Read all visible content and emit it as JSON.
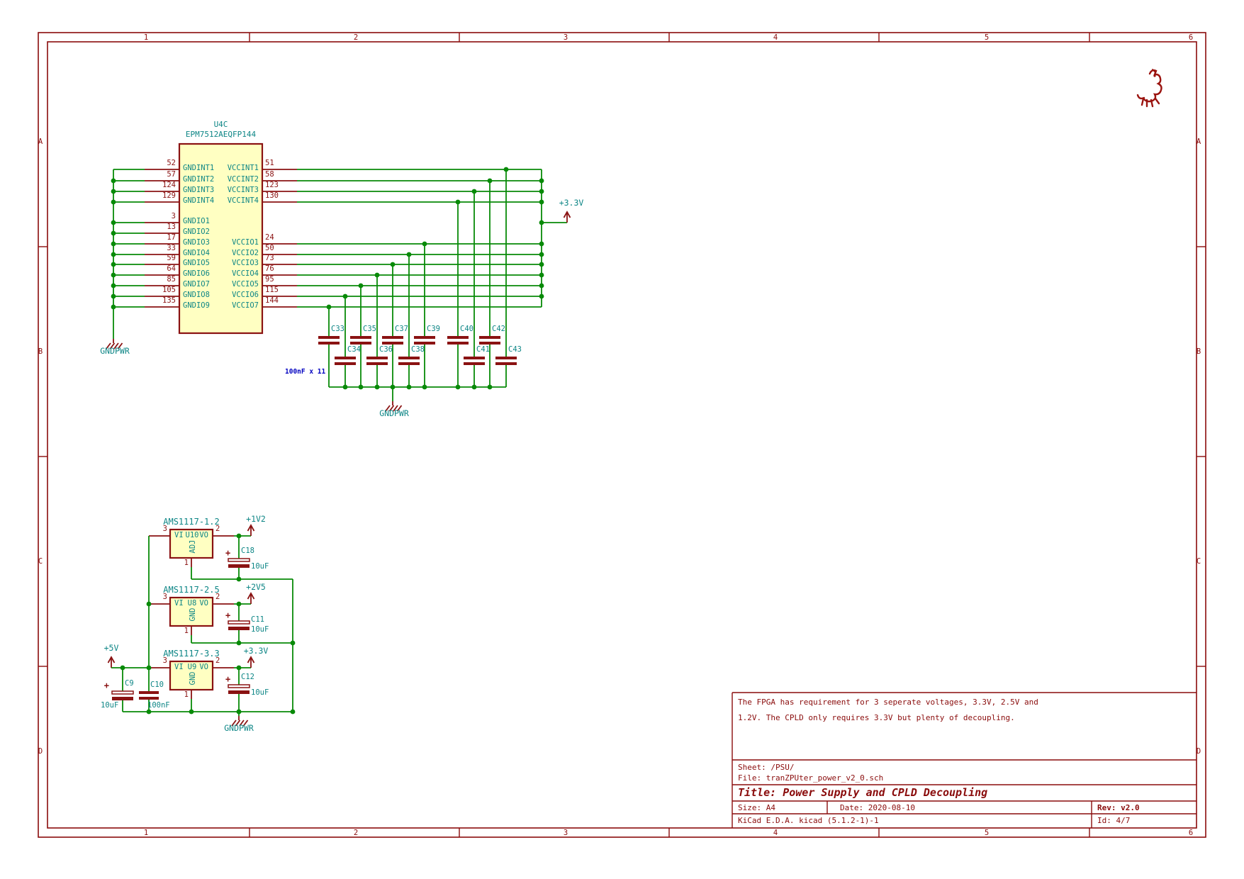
{
  "frame": {
    "columns": [
      "1",
      "2",
      "3",
      "4",
      "5",
      "6"
    ],
    "rows": [
      "A",
      "B",
      "C",
      "D"
    ]
  },
  "cpld": {
    "reference": "U4C",
    "value": "EPM7512AEQFP144",
    "left_pins": [
      {
        "number": "52",
        "name": "GNDINT1"
      },
      {
        "number": "57",
        "name": "GNDINT2"
      },
      {
        "number": "124",
        "name": "GNDINT3"
      },
      {
        "number": "129",
        "name": "GNDINT4"
      },
      {
        "number": "3",
        "name": "GNDIO1"
      },
      {
        "number": "13",
        "name": "GNDIO2"
      },
      {
        "number": "17",
        "name": "GNDIO3"
      },
      {
        "number": "33",
        "name": "GNDIO4"
      },
      {
        "number": "59",
        "name": "GNDIO5"
      },
      {
        "number": "64",
        "name": "GNDIO6"
      },
      {
        "number": "85",
        "name": "GNDIO7"
      },
      {
        "number": "105",
        "name": "GNDIO8"
      },
      {
        "number": "135",
        "name": "GNDIO9"
      }
    ],
    "right_pins": [
      {
        "number": "51",
        "name": "VCCINT1"
      },
      {
        "number": "58",
        "name": "VCCINT2"
      },
      {
        "number": "123",
        "name": "VCCINT3"
      },
      {
        "number": "130",
        "name": "VCCINT4"
      },
      {
        "number": "24",
        "name": "VCCIO1"
      },
      {
        "number": "50",
        "name": "VCCIO2"
      },
      {
        "number": "73",
        "name": "VCCIO3"
      },
      {
        "number": "76",
        "name": "VCCIO4"
      },
      {
        "number": "95",
        "name": "VCCIO5"
      },
      {
        "number": "115",
        "name": "VCCIO6"
      },
      {
        "number": "144",
        "name": "VCCIO7"
      }
    ],
    "ground_label": "GNDPWR",
    "power_label": "+3.3V"
  },
  "decoupling": {
    "capacitors": [
      "C33",
      "C34",
      "C35",
      "C36",
      "C37",
      "C38",
      "C39",
      "C40",
      "C41",
      "C42",
      "C43"
    ],
    "note": "100nF x 11",
    "ground_label": "GNDPWR"
  },
  "regulators": [
    {
      "reference": "U10",
      "value": "AMS1117-1.2",
      "pin_in": "VI",
      "pin_out": "VO",
      "pin_gnd": "ADJ",
      "num_in": "3",
      "num_out": "2",
      "num_gnd": "1",
      "output_net": "+1V2",
      "cap": {
        "reference": "C18",
        "value": "10uF"
      }
    },
    {
      "reference": "U8",
      "value": "AMS1117-2.5",
      "pin_in": "VI",
      "pin_out": "VO",
      "pin_gnd": "GND",
      "num_in": "3",
      "num_out": "2",
      "num_gnd": "1",
      "output_net": "+2V5",
      "cap": {
        "reference": "C11",
        "value": "10uF"
      }
    },
    {
      "reference": "U9",
      "value": "AMS1117-3.3",
      "pin_in": "VI",
      "pin_out": "VO",
      "pin_gnd": "GND",
      "num_in": "3",
      "num_out": "2",
      "num_gnd": "1",
      "output_net": "+3.3V",
      "cap": {
        "reference": "C12",
        "value": "10uF"
      }
    }
  ],
  "power_input": {
    "net": "+5V",
    "bulk_cap": {
      "reference": "C9",
      "value": "10uF"
    },
    "bypass_cap": {
      "reference": "C10",
      "value": "100nF"
    },
    "ground_label": "GNDPWR"
  },
  "title_block": {
    "comment_line1": "The FPGA has requirement for 3 seperate voltages, 3.3V, 2.5V and",
    "comment_line2": "1.2V. The CPLD only requires 3.3V but plenty of decoupling.",
    "sheet": "Sheet: /PSU/",
    "file": "File: tranZPUter_power_v2_0.sch",
    "title": "Title: Power Supply and CPLD Decoupling",
    "size": "Size: A4",
    "date": "Date: 2020-08-10",
    "rev": "Rev: v2.0",
    "tool": "KiCad E.D.A.  kicad (5.1.2-1)-1",
    "id": "Id: 4/7"
  },
  "colors": {
    "wire": "#088a08",
    "shape": "#8a1212",
    "fill": "#ffffc2",
    "text_teal": "#0e8686",
    "note_blue": "#0000c0",
    "frame": "#8a0c0c"
  }
}
